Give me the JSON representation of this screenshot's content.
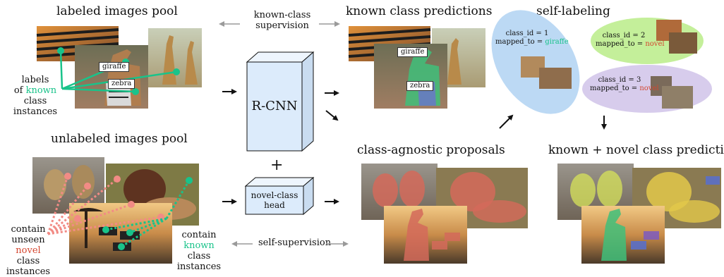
{
  "sections": {
    "labeled_pool": "labeled images pool",
    "unlabeled_pool": "unlabeled images pool",
    "known_predictions": "known class predictions",
    "agnostic_proposals": "class-agnostic proposals",
    "self_labeling": "self-labeling",
    "final_predictions": "known + novel class predictions"
  },
  "model": {
    "rcnn": "R-CNN",
    "plus": "+",
    "head_line1": "novel-class",
    "head_line2": "head"
  },
  "supervision": {
    "known_line1": "known-class",
    "known_line2": "supervision",
    "self": "self-supervision"
  },
  "labeled_note": {
    "line1": "labels",
    "line2_prefix": "of ",
    "line2_highlight": "known",
    "line3": "class instances"
  },
  "unseen_note": {
    "line1": "contain",
    "line2_prefix": "unseen ",
    "line2_highlight": "novel",
    "line3": "class instances"
  },
  "known_note": {
    "line1": "contain",
    "line2_highlight": "known",
    "line2_suffix": " class",
    "line3": "instances"
  },
  "tags": {
    "giraffe": "giraffe",
    "zebra": "zebra"
  },
  "clusters": [
    {
      "id_text": "class_id = 1",
      "mapped_prefix": "mapped_to = ",
      "mapped_value": "giraffe",
      "color": "#bcd9f4"
    },
    {
      "id_text": "class_id = 2",
      "mapped_prefix": "mapped_to = ",
      "mapped_value": "novel",
      "color": "#c4ef9a"
    },
    {
      "id_text": "class_id = 3",
      "mapped_prefix": "mapped_to = ",
      "mapped_value": "novel",
      "color": "#d7ccec"
    }
  ],
  "colors": {
    "known": "#19c38a",
    "novel": "#d4462f",
    "arrow_gray": "#9a9a9a",
    "box_fill": "#dcebfb"
  }
}
